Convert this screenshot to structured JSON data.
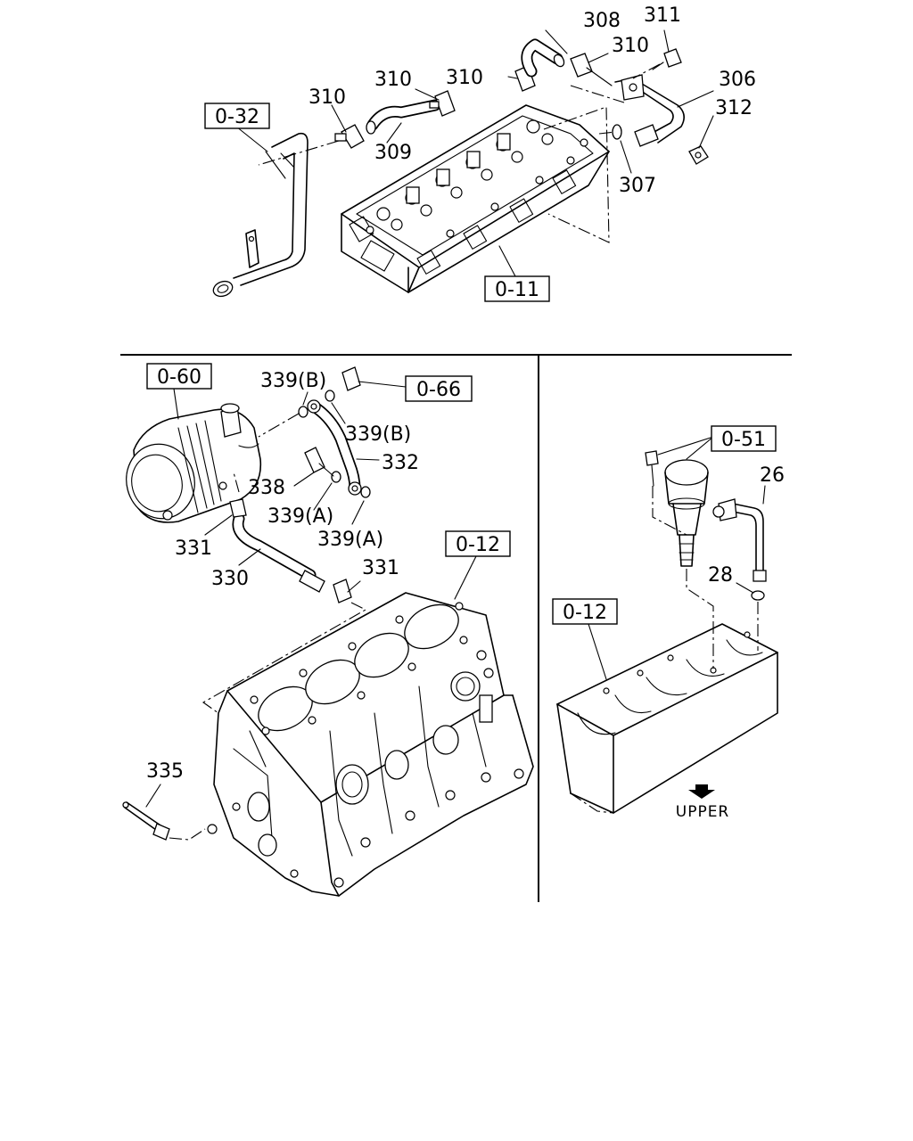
{
  "part_numbers": {
    "p308": "308",
    "p311": "311",
    "p310_a": "310",
    "p310_b": "310",
    "p310_c": "310",
    "p310_d": "310",
    "p306": "306",
    "p312": "312",
    "p309": "309",
    "p307": "307",
    "p339b_top": "339(B)",
    "p339b_mid": "339(B)",
    "p332": "332",
    "p338": "338",
    "p339a_1": "339(A)",
    "p339a_2": "339(A)",
    "p331_a": "331",
    "p331_b": "331",
    "p330": "330",
    "p335": "335",
    "p26": "26",
    "p28": "28"
  },
  "references": {
    "r032": "0-32",
    "r011": "0-11",
    "r060": "0-60",
    "r066": "0-66",
    "r012_left": "0-12",
    "r051": "0-51",
    "r012_right": "0-12"
  },
  "direction_label": "UPPER"
}
